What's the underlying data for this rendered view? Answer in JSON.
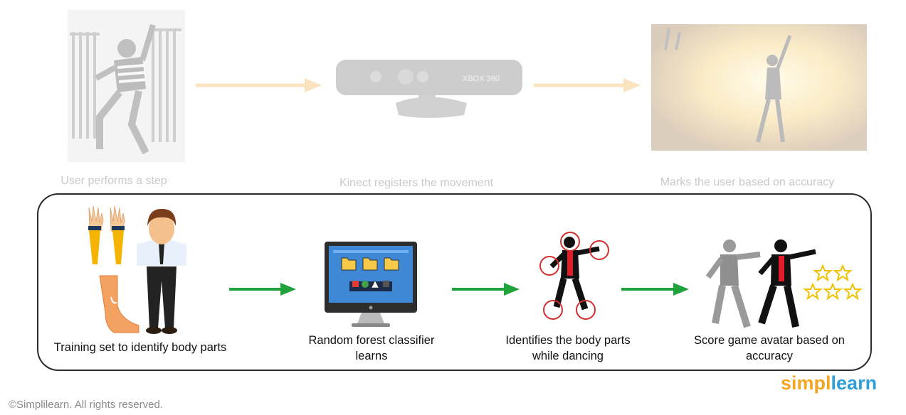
{
  "top_flow": {
    "steps": [
      {
        "label": "User performs a step"
      },
      {
        "label": "Kinect registers the movement"
      },
      {
        "label": "Marks the user based on accuracy"
      }
    ],
    "kinect_brand": "XBOX 360"
  },
  "bottom_flow": {
    "steps": [
      {
        "label": "Training set to identify body parts"
      },
      {
        "label": "Random forest classifier learns"
      },
      {
        "label": "Identifies the body parts while dancing"
      },
      {
        "label": "Score game avatar based on accuracy"
      }
    ]
  },
  "colors": {
    "top_arrow": "#fbe3c0",
    "bottom_arrow": "#1fa33a",
    "panel_border": "#2b2b2b",
    "logo_orange": "#f5a623",
    "logo_blue": "#2e9fd8"
  },
  "footer": {
    "copyright": "©Simplilearn. All rights reserved.",
    "logo_part1": "simpl",
    "logo_part2": "learn"
  }
}
